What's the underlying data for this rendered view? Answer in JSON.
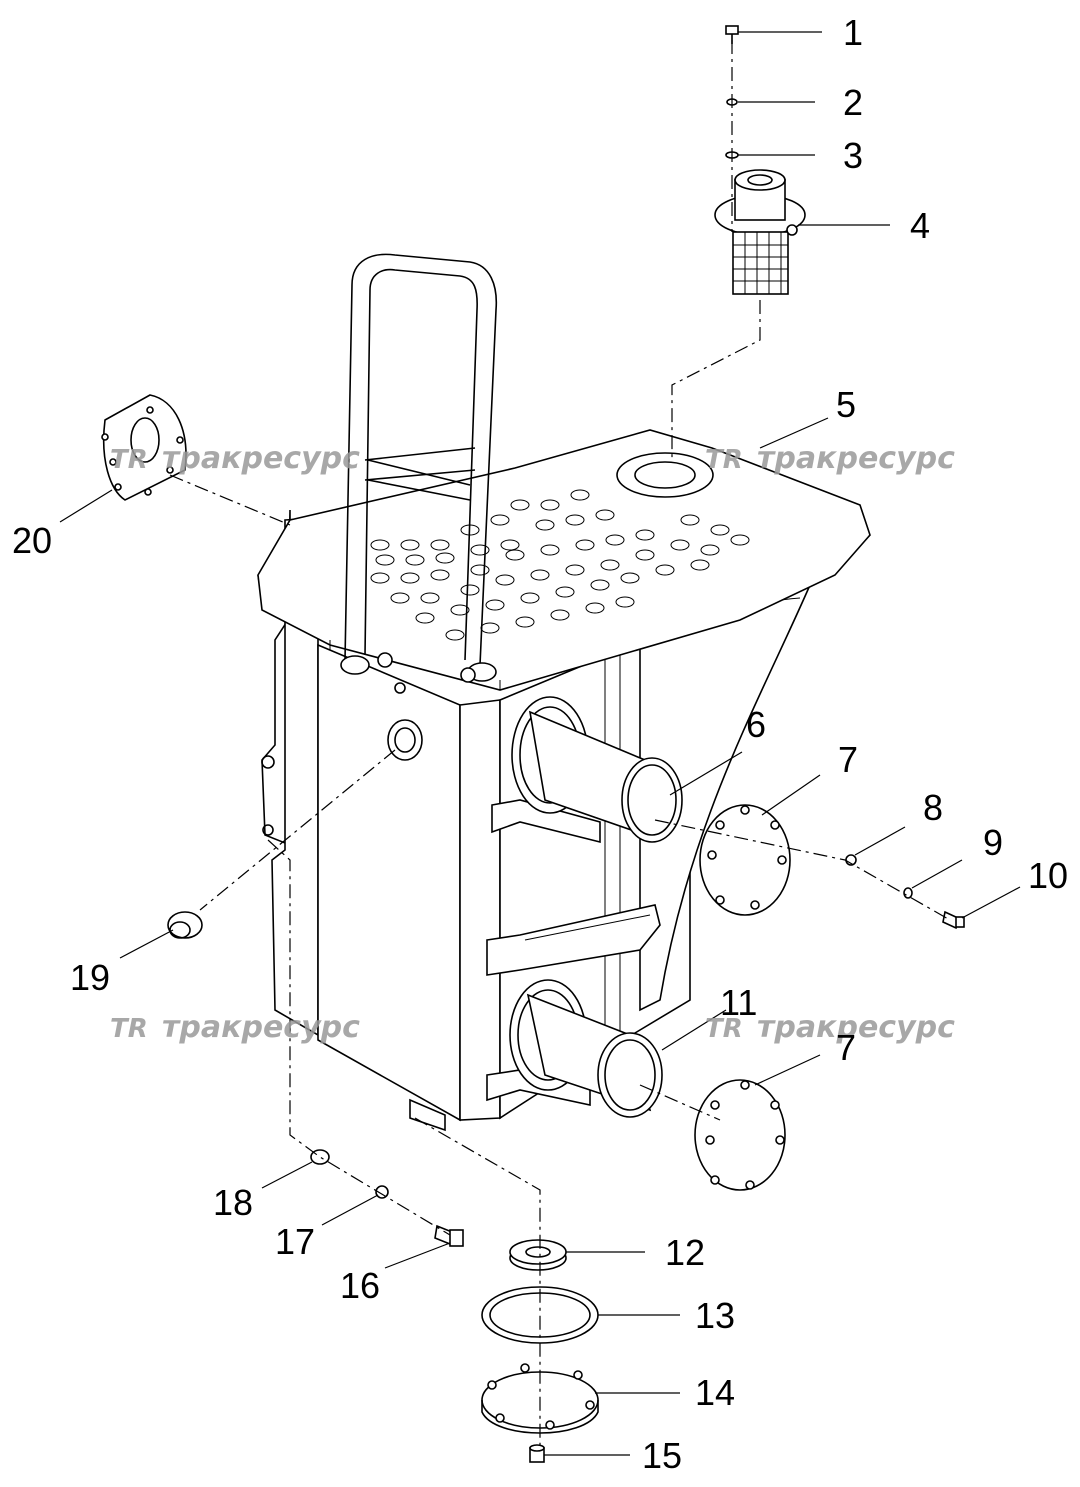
{
  "callouts": [
    "1",
    "2",
    "3",
    "4",
    "5",
    "6",
    "7",
    "7",
    "8",
    "9",
    "10",
    "11",
    "12",
    "13",
    "14",
    "15",
    "16",
    "17",
    "18",
    "19",
    "20"
  ],
  "watermark": {
    "logo": "TR",
    "text": "тракресурс"
  },
  "colors": {
    "lines": "#000000",
    "background": "#ffffff",
    "watermark": "#9a9a9a"
  }
}
